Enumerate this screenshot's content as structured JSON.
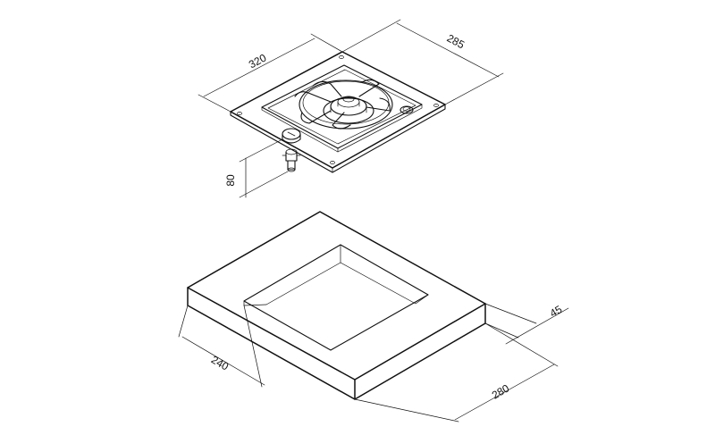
{
  "diagram": {
    "hob": {
      "dim_width": "320",
      "dim_depth": "285",
      "dim_height": "80"
    },
    "cutout": {
      "dim_width": "240",
      "dim_depth": "280",
      "dim_thickness": "45"
    }
  }
}
